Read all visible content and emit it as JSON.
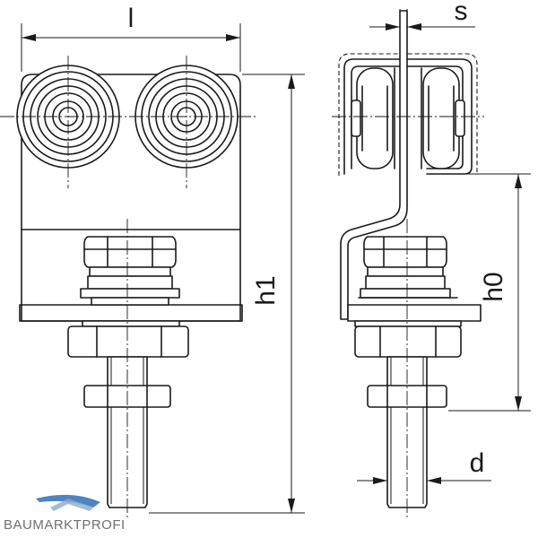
{
  "dimensions": {
    "length": "l",
    "spacing": "s",
    "height_total": "h1",
    "height_lower": "h0",
    "diameter": "d"
  },
  "brand": {
    "name": "BAUMARKTPROFI",
    "swoosh_color": "#2e6fb8"
  }
}
